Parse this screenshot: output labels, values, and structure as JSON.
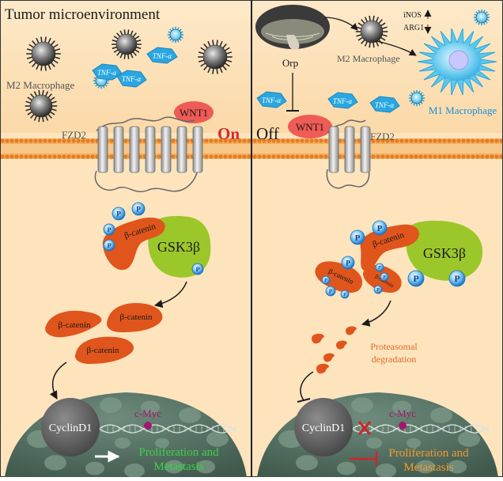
{
  "left": {
    "title": "Tumor microenvironment",
    "m2_label": "M2 Macrophage",
    "tnf": [
      "TNF-α",
      "TNF-α",
      "TNF-α"
    ],
    "wnt1": "WNT1",
    "fzd2": "FZD2",
    "state": "On",
    "p": "P",
    "beta_catenin": "β-catenin",
    "gsk3b": "GSK3β",
    "cyclind1": "CyclinD1",
    "cmyc": "c-Myc",
    "outcome_line1": "Proliferation and",
    "outcome_line2": "Metastasis"
  },
  "right": {
    "orp": "Orp",
    "m2_label": "M2 Macrophage",
    "inos": "iNOS",
    "arg1": "ARG1",
    "m1_label": "M1 Macrophage",
    "tnf": [
      "TNF-α",
      "TNF-α",
      "TNF-α"
    ],
    "state": "Off",
    "wnt1": "WNT1",
    "fzd2": "FZD2",
    "p": "P",
    "beta_catenin": "β-catenin",
    "gsk3b": "GSK3β",
    "degradation_line1": "Proteasomal",
    "degradation_line2": "degradation",
    "cyclind1": "CyclinD1",
    "cmyc": "c-Myc",
    "outcome_line1": "Proliferation and",
    "outcome_line2": "Metastasis"
  },
  "colors": {
    "background_top": "#fde6c2",
    "membrane": "#f0a24a",
    "catenin": "#e0551c",
    "gsk3b": "#9cc72a",
    "wnt1": "#ef5b55",
    "tnf": "#2aa7e0",
    "nucleus": "#5c7a6c",
    "green_text": "#3ed14a",
    "orange_text": "#f29a2e",
    "inhibit_red": "#d0242c"
  }
}
